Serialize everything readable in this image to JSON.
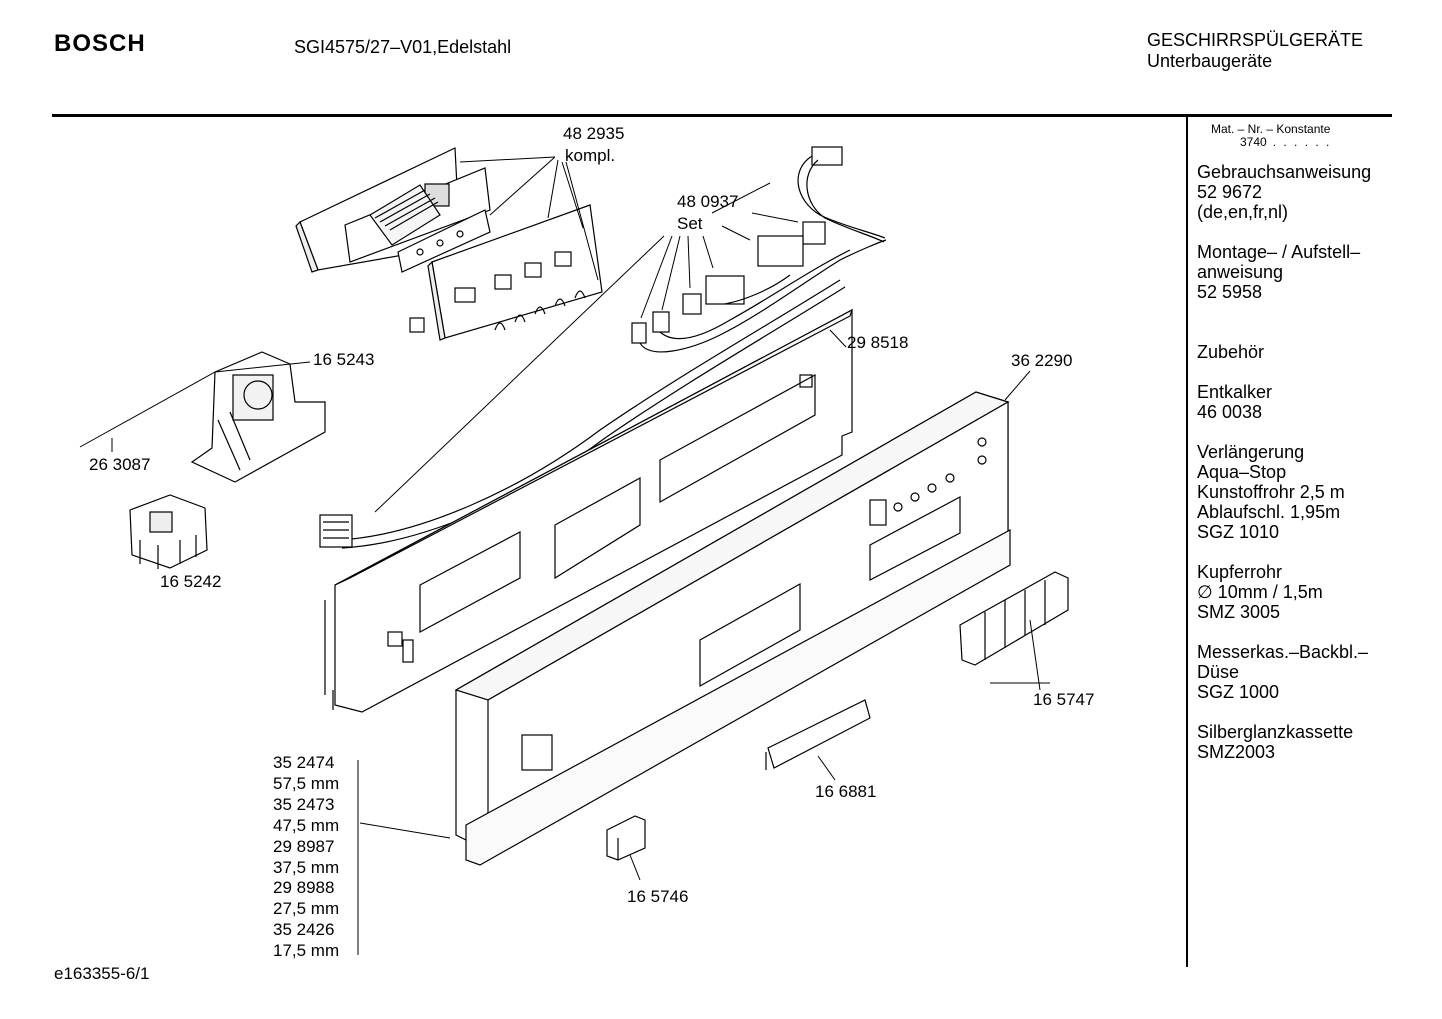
{
  "header": {
    "brand": "BOSCH",
    "model": "SGI4575/27–V01,Edelstahl",
    "category_line1": "GESCHIRRSPÜLGERÄTE",
    "category_line2": "Unterbaugeräte"
  },
  "sidebar": {
    "mat_header": "Mat. – Nr. – Konstante",
    "mat_code": "3740",
    "mat_dots": ". . . . . .",
    "groups": [
      [
        "Gebrauchsanweisung",
        "52 9672",
        "(de,en,fr,nl)"
      ],
      [
        "Montage– / Aufstell–",
        "anweisung",
        "52 5958"
      ],
      [
        "Zubehör"
      ],
      [
        "Entkalker",
        "46 0038"
      ],
      [
        "Verlängerung",
        "Aqua–Stop",
        "Kunstoffrohr 2,5 m",
        "Ablaufschl. 1,95m",
        "SGZ 1010"
      ],
      [
        "Kupferrohr",
        "∅ 10mm / 1,5m",
        "SMZ 3005"
      ],
      [
        "Messerkas.–Backbl.–",
        "Düse",
        "SGZ 1000"
      ],
      [
        "Silberglanzkassette",
        "SMZ2003"
      ]
    ]
  },
  "parts": {
    "p482935": "48 2935",
    "p482935_note": "kompl.",
    "p480937": "48 0937",
    "p480937_note": "Set",
    "p165243": "16 5243",
    "p263087": "26 3087",
    "p165242": "16 5242",
    "p298518": "29 8518",
    "p362290": "36 2290",
    "p165747": "16 5747",
    "p166881": "16 6881",
    "p165746": "16 5746"
  },
  "measurements": [
    "35 2474",
    "57,5 mm",
    "35 2473",
    "47,5 mm",
    "29 8987",
    "37,5 mm",
    "29 8988",
    "27,5 mm",
    "35 2426",
    "17,5 mm"
  ],
  "footer": {
    "code": "e163355-6/1"
  }
}
